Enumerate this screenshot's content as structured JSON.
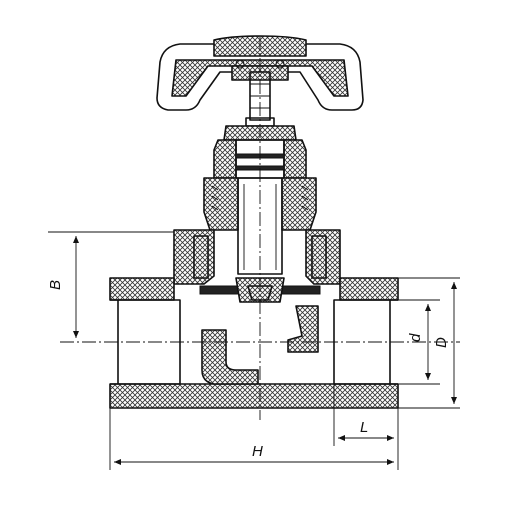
{
  "dimensions": {
    "B": "B",
    "d": "d",
    "D": "D",
    "L": "L",
    "H": "H"
  },
  "colors": {
    "stroke": "#111111",
    "background": "#ffffff"
  }
}
